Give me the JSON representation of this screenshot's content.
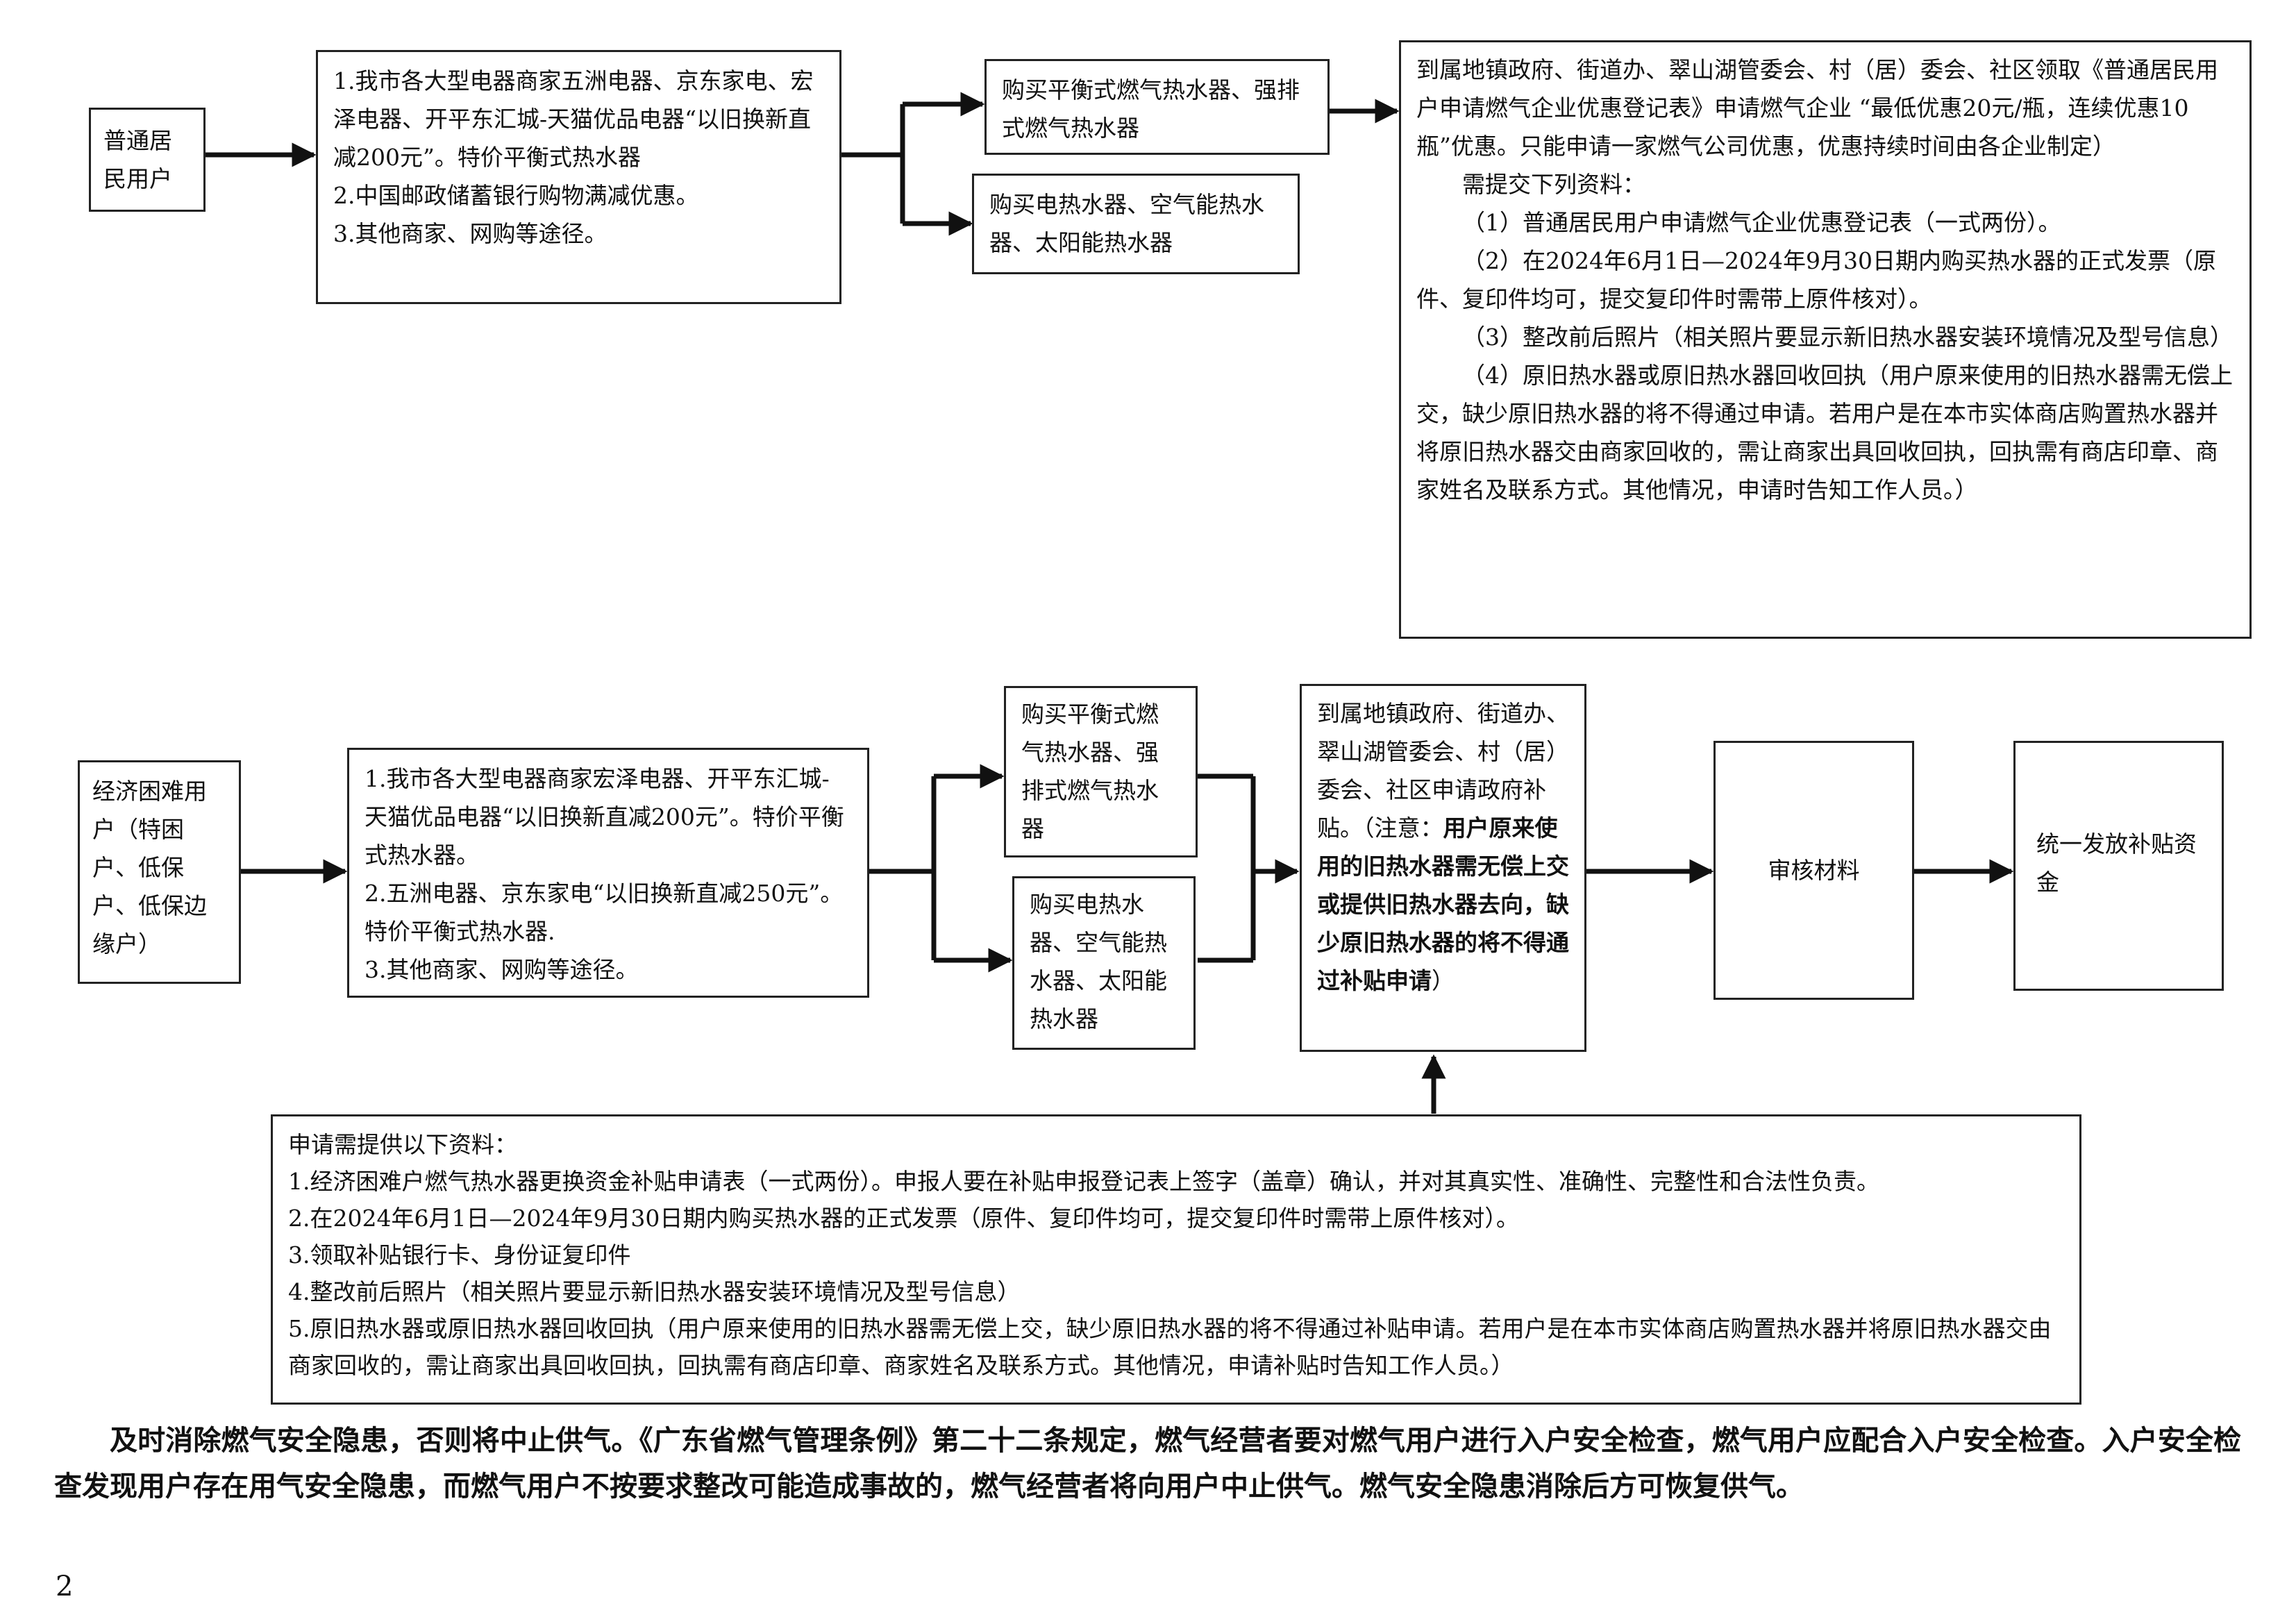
{
  "top": {
    "resident": "普通居民用户",
    "channels": [
      "1.我市各大型电器商家五洲电器、京东家电、宏泽电器、开平东汇城-天猫优品电器“以旧换新直减200元”。特价平衡式热水器",
      "2.中国邮政储蓄银行购物满减优惠。",
      "3.其他商家、网购等途径。"
    ],
    "buy_gas": "购买平衡式燃气热水器、强排式燃气热水器",
    "buy_other": "购买电热水器、空气能热水器、太阳能热水器",
    "discount": {
      "intro": "到属地镇政府、街道办、翠山湖管委会、村（居）委会、社区领取《普通居民用户申请燃气企业优惠登记表》申请燃气企业 “最低优惠20元/瓶，连续优惠10瓶”优惠。只能申请一家燃气公司优惠，优惠持续时间由各企业制定）",
      "need": "需提交下列资料：",
      "items": [
        "（1）普通居民用户申请燃气企业优惠登记表（一式两份）。",
        "（2）在2024年6月1日—2024年9月30日期内购买热水器的正式发票（原件、复印件均可，提交复印件时需带上原件核对）。",
        "（3）整改前后照片（相关照片要显示新旧热水器安装环境情况及型号信息）",
        "（4）原旧热水器或原旧热水器回收回执（用户原来使用的旧热水器需无偿上交，缺少原旧热水器的将不得通过申请。若用户是在本市实体商店购置热水器并将原旧热水器交由商家回收的，需让商家出具回收回执，回执需有商店印章、商家姓名及联系方式。其他情况，申请时告知工作人员。）"
      ]
    }
  },
  "bottom": {
    "hardship": "经济困难用户（特困户、低保户、低保边缘户）",
    "channels": [
      "1.我市各大型电器商家宏泽电器、开平东汇城-天猫优品电器“以旧换新直减200元”。特价平衡式热水器。",
      "2.五洲电器、京东家电“以旧换新直减250元”。特价平衡式热水器.",
      "3.其他商家、网购等途径。"
    ],
    "buy_gas": "购买平衡式燃气热水器、强排式燃气热水器",
    "buy_other": "购买电热水器、空气能热水器、太阳能热水器",
    "apply_normal": "到属地镇政府、街道办、翠山湖管委会、村（居）委会、社区申请政府补贴。（注意：",
    "apply_bold": "用户原来使用的旧热水器需无偿上交或提供旧热水器去向，缺少原旧热水器的将不得通过补贴申请",
    "apply_tail": "）",
    "review": "审核材料",
    "issue": "统一发放补贴资金",
    "materials": {
      "title": "申请需提供以下资料：",
      "items": [
        "1.经济困难户燃气热水器更换资金补贴申请表（一式两份）。申报人要在补贴申报登记表上签字（盖章）确认，并对其真实性、准确性、完整性和合法性负责。",
        "2.在2024年6月1日—2024年9月30日期内购买热水器的正式发票（原件、复印件均可，提交复印件时需带上原件核对）。",
        "3.领取补贴银行卡、身份证复印件",
        "4.整改前后照片（相关照片要显示新旧热水器安装环境情况及型号信息）",
        "5.原旧热水器或原旧热水器回收回执（用户原来使用的旧热水器需无偿上交，缺少原旧热水器的将不得通过补贴申请。若用户是在本市实体商店购置热水器并将原旧热水器交由商家回收的，需让商家出具回收回执，回执需有商店印章、商家姓名及联系方式。其他情况，申请补贴时告知工作人员。）"
      ]
    }
  },
  "paragraph": "及时消除燃气安全隐患，否则将中止供气。《广东省燃气管理条例》第二十二条规定，燃气经营者要对燃气用户进行入户安全检查，燃气用户应配合入户安全检查。入户安全检查发现用户存在用气安全隐患，而燃气用户不按要求整改可能造成事故的，燃气经营者将向用户中止供气。燃气安全隐患消除后方可恢复供气。",
  "page_number": "2"
}
